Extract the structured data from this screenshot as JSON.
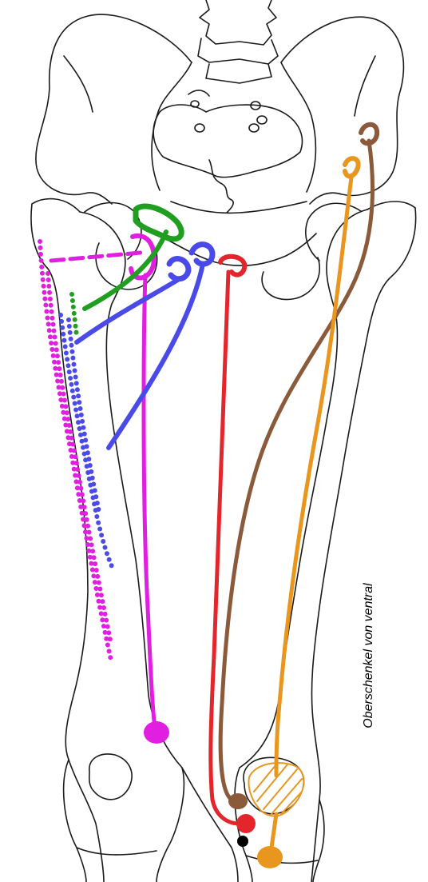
{
  "caption": "Oberschenkel von ventral",
  "colors": {
    "outline": "#1a1a1a",
    "magenta": "#e11fe0",
    "green": "#1f9e1f",
    "blue": "#4a4ae8",
    "red": "#e3262b",
    "brown": "#8a5a3a",
    "orange": "#e8961e",
    "black": "#000000"
  },
  "icons": [
    "pelvis-bone",
    "femur-left",
    "femur-right",
    "patella-left",
    "patella-right"
  ]
}
